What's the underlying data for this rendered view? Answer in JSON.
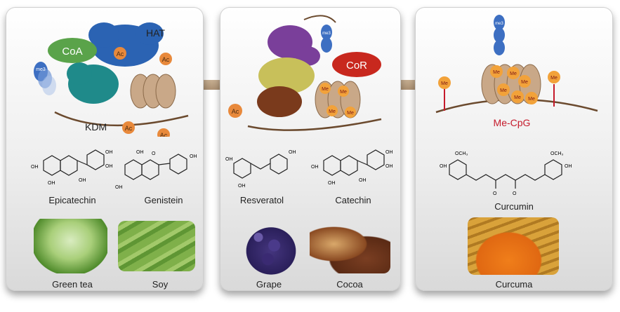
{
  "panel1": {
    "labels": {
      "coa": "CoA",
      "hat": "HAT",
      "kdm": "KDM",
      "ac": "Ac",
      "me3": "me3"
    },
    "compounds": [
      "Epicatechin",
      "Genistein"
    ],
    "foods": [
      "Green tea",
      "Soy"
    ]
  },
  "panel2": {
    "labels": {
      "cor": "CoR",
      "ac": "Ac",
      "me": "Me",
      "me3": "me3"
    },
    "compounds": [
      "Resveratol",
      "Catechin"
    ],
    "foods": [
      "Grape",
      "Cocoa"
    ]
  },
  "panel3": {
    "labels": {
      "mecpg": "Me-CpG",
      "me": "Me",
      "me3": "me3"
    },
    "compounds": [
      "Curcumin"
    ],
    "foods": [
      "Curcuma"
    ]
  },
  "chem_labels": {
    "oh": "OH",
    "o": "O",
    "och3": "OCH₃"
  },
  "colors": {
    "coa": "#5aa34a",
    "cor": "#c8281e",
    "hat": "#2b63b3",
    "kdm": "#1f8a8a",
    "ac": "#e8893b",
    "me": "#f2a23a",
    "mecpg": "#c51a2b",
    "arrow": "#b99b7a"
  }
}
